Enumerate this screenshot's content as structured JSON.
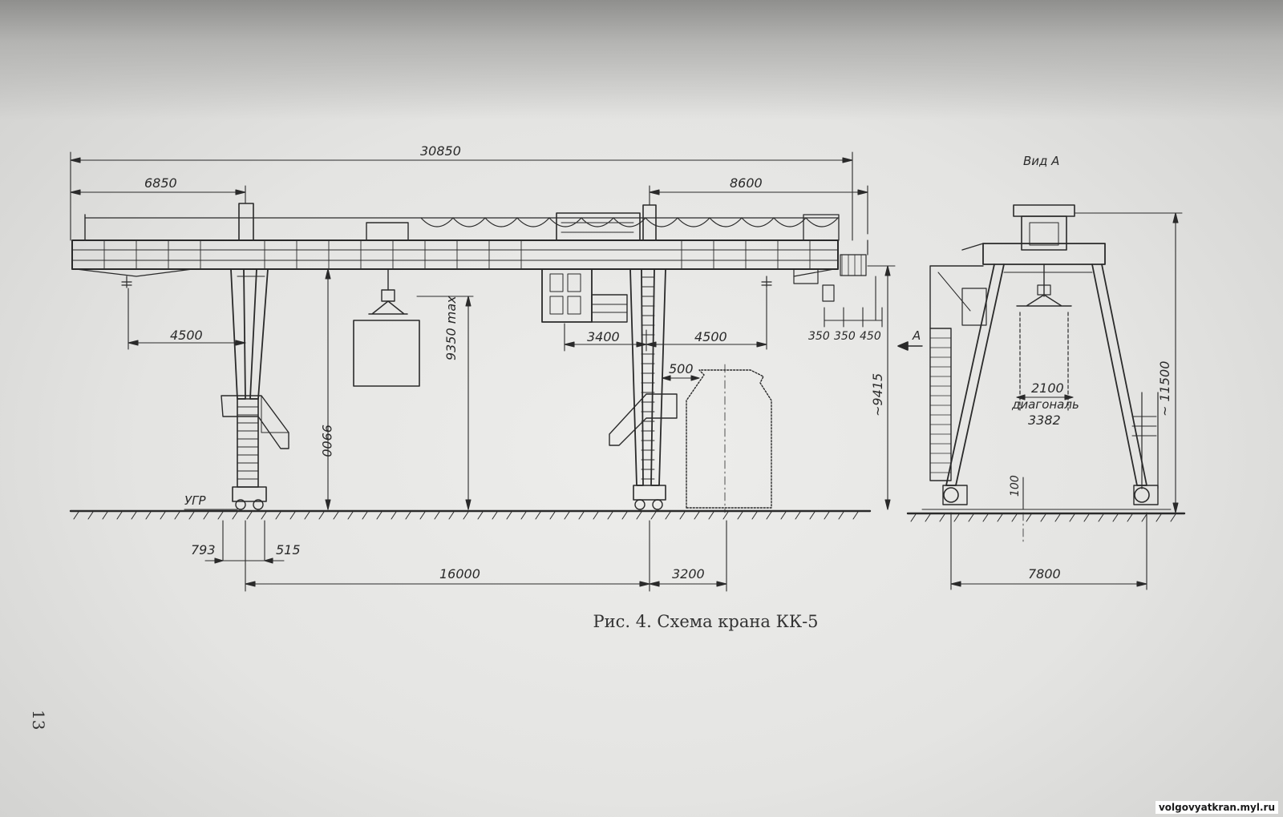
{
  "caption": "Рис. 4. Схема крана КК-5",
  "page_number": "13",
  "watermark": "volgovyatkran.myl.ru",
  "view_label": "Вид А",
  "view_arrow_label": "А",
  "level_label": "УГР",
  "dimensions": {
    "overall_length": "30850",
    "left_cantilever": "6850",
    "right_cantilever": "8600",
    "hook_left": "4500",
    "hook_right": "4500",
    "cabin_offset": "3400",
    "clearance_500": "500",
    "span": "16000",
    "right_offset": "3200",
    "leg_left": "793",
    "leg_right": "515",
    "height_9900": "9900",
    "lift_height": "9350 max",
    "height_9415": "~9415",
    "buffer_350a": "350",
    "buffer_350b": "350",
    "buffer_450": "450",
    "total_height": "~ 11500",
    "container_width": "2100",
    "diagonal_label": "диагональ",
    "diagonal_value": "3382",
    "rail_100": "100",
    "gauge": "7800"
  },
  "colors": {
    "ink": "#2a2a2a",
    "paper": "#e8e8e6"
  }
}
